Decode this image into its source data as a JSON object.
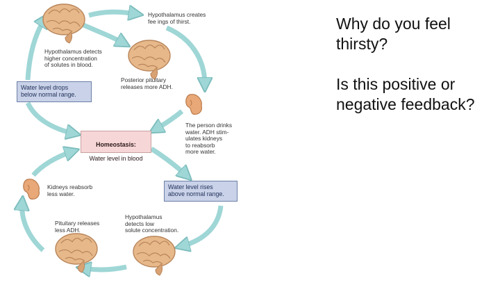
{
  "diagram": {
    "labels": {
      "hypothalamus_creates": "Hypothalamus creates\nfee ings of thirst.",
      "hypothalamus_detects_higher": "Hypothalamus detects\nhigher concentration\nof solutes in blood.",
      "posterior_pituitary": "Posterior pituitary\nreleases more ADH.",
      "person_drinks": "The person drinks\nwater. ADH stim-\nulates kidneys\nto reabsorb\nmore water.",
      "kidneys_reabsorb_less": "Kidneys reabsorb\nless water.",
      "pituitary_releases_less": "Pituitary releases\nless ADH.",
      "hypothalamus_detects_low": "Hypothalamus\ndetects low\nsolute concentration."
    },
    "boxes": {
      "water_drops": "Water level drops\nbelow normal range.",
      "homeostasis_title": "Homeostasis:",
      "homeostasis_body": "Water level in blood",
      "water_rises": "Water level rises\nabove normal range."
    },
    "colors": {
      "arrow": "#9fd6d6",
      "arrow_edge": "#7cbcbc",
      "brain": "#e6b88a",
      "brain_edge": "#b9855a",
      "kidney": "#e8a878",
      "box_blue": "#c9d2e8",
      "box_pink": "#f6d6d6"
    },
    "icons": [
      "brain-icon",
      "kidney-icon"
    ]
  },
  "questions": {
    "q1": "Why do you feel thirsty?",
    "q2": "Is this positive or negative feedback?"
  }
}
